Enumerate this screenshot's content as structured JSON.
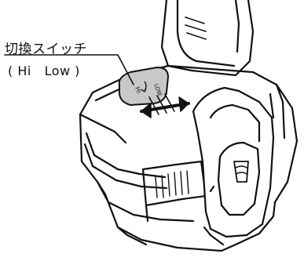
{
  "callout": {
    "title": "切換スイッチ",
    "subtitle": "( Hi   Low )"
  },
  "switch_lever": {
    "low_mark": "LOW",
    "hi_mark": "Hi"
  },
  "colors": {
    "line": "#111111",
    "switch_fill": "#c8c8c8",
    "background": "#ffffff"
  }
}
